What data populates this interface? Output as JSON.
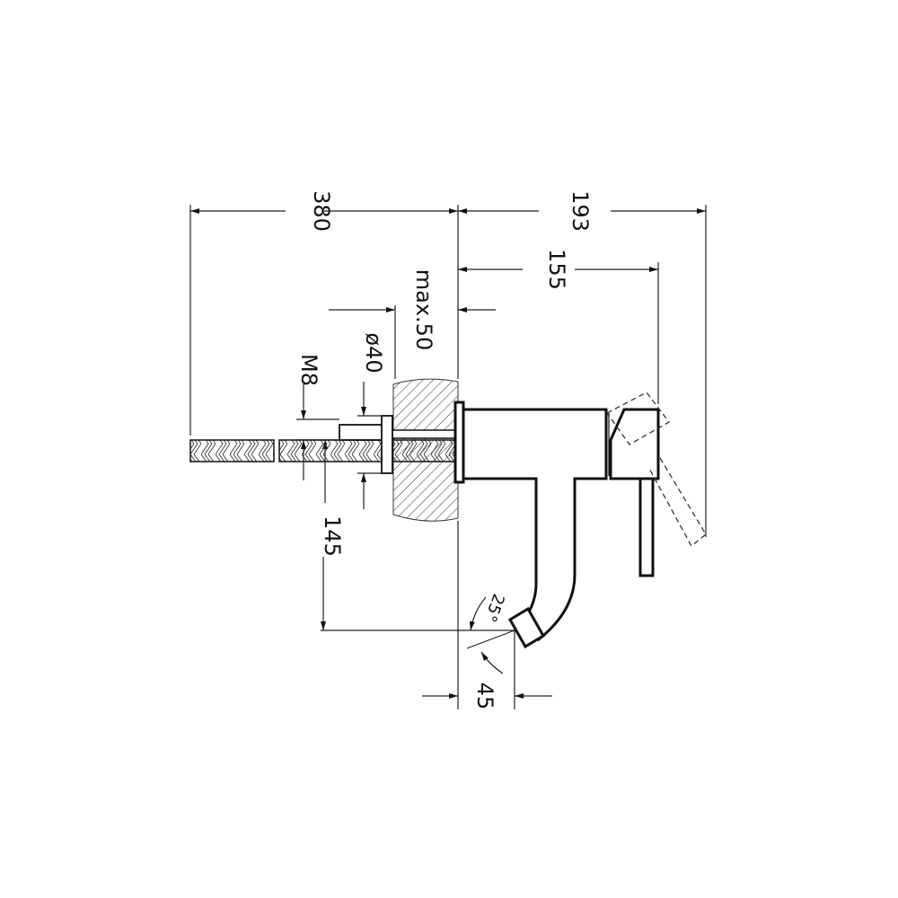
{
  "drawing": {
    "dimensions": {
      "overall_length": "380",
      "reach_total": "193",
      "reach_body": "155",
      "max_thickness": "max.50",
      "hole_diameter": "ø40",
      "thread": "M8",
      "spout_height": "145",
      "spout_angle": "25°",
      "spout_offset": "45"
    },
    "line_color": "#111111",
    "background": "#ffffff"
  }
}
